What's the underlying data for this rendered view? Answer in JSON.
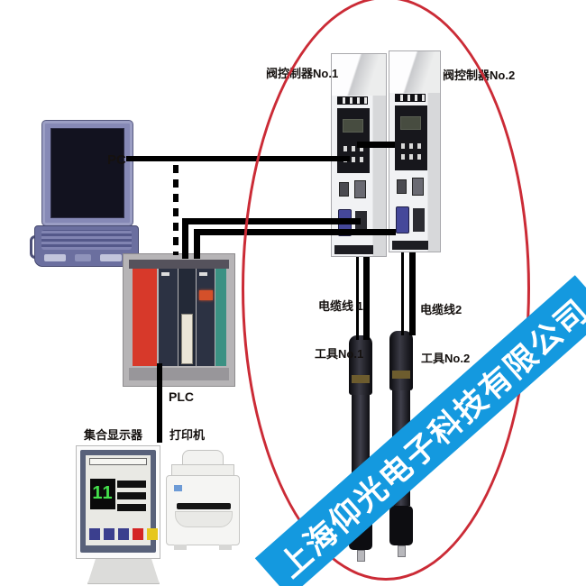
{
  "diagram": {
    "nodes": {
      "pc": {
        "label": "PC"
      },
      "plc": {
        "label": "PLC"
      },
      "controller1": {
        "label": "阀控制器No.1"
      },
      "controller2": {
        "label": "阀控制器No.2"
      },
      "cable1": {
        "label": "电缆线 1"
      },
      "cable2": {
        "label": "电缆线2"
      },
      "tool1": {
        "label": "工具No.1"
      },
      "tool2": {
        "label": "工具No.2"
      },
      "display": {
        "label": "集合显示器"
      },
      "printer": {
        "label": "打印机"
      }
    },
    "hmi_screen_digits": "11",
    "colors": {
      "connection_line": "#000000",
      "highlight_ellipse": "#cb2b36",
      "watermark_background": "#1499df",
      "watermark_text": "#ffffff",
      "plc_red_module": "#d7392a",
      "plc_teal_module": "#3b9183",
      "laptop_body": "#6b6f9f",
      "controller_blue_connector": "#45489a",
      "hmi_green_digits": "#44e04c"
    }
  },
  "watermark": {
    "text": "上海仰光电子科技有限公司"
  }
}
